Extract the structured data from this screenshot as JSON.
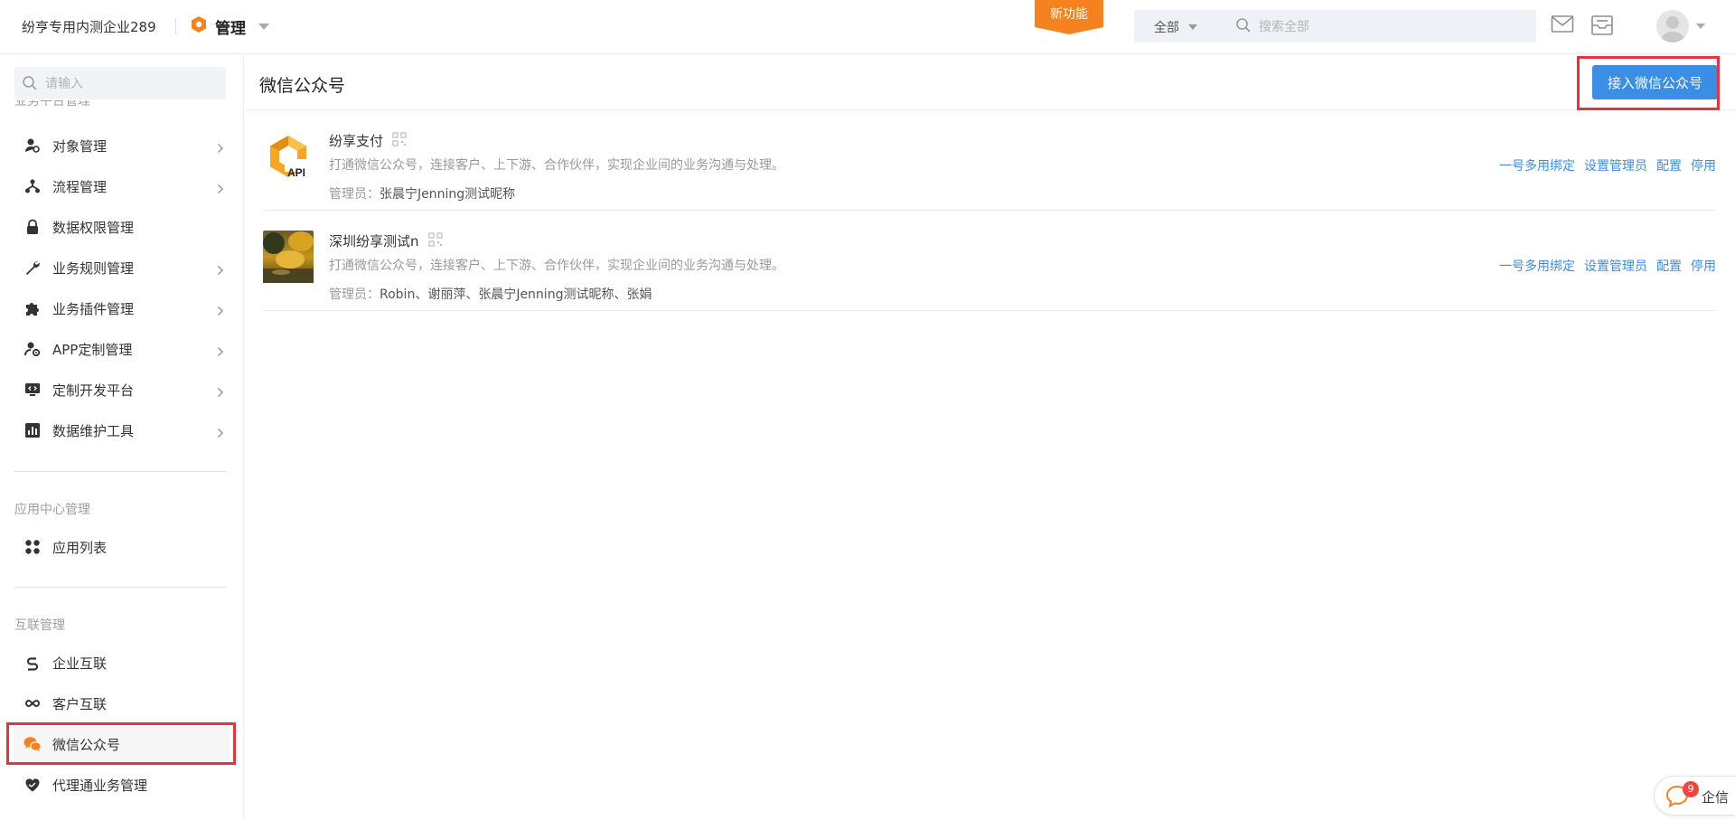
{
  "topbar": {
    "company": "纷亨专用内测企业289",
    "module_label": "管理",
    "new_feature_label": "新功能",
    "search_scope": "全部",
    "search_placeholder": "搜索全部"
  },
  "sidebar": {
    "search_placeholder": "请输入",
    "section_top_partial": "业务平台管理",
    "items_top": [
      {
        "label": "对象管理",
        "icon": "user-gear-icon"
      },
      {
        "label": "流程管理",
        "icon": "flow-icon"
      },
      {
        "label": "数据权限管理",
        "icon": "lock-icon"
      },
      {
        "label": "业务规则管理",
        "icon": "wrench-icon"
      },
      {
        "label": "业务插件管理",
        "icon": "puzzle-icon"
      },
      {
        "label": "APP定制管理",
        "icon": "app-gear-icon"
      },
      {
        "label": "定制开发平台",
        "icon": "code-monitor-icon"
      },
      {
        "label": "数据维护工具",
        "icon": "chart-box-icon"
      }
    ],
    "section_app": "应用中心管理",
    "items_app": [
      {
        "label": "应用列表",
        "icon": "grid-icon"
      }
    ],
    "section_interconnect": "互联管理",
    "items_interconnect": [
      {
        "label": "企业互联",
        "icon": "link-s-icon"
      },
      {
        "label": "客户互联",
        "icon": "infinity-icon"
      },
      {
        "label": "微信公众号",
        "icon": "wechat-icon"
      },
      {
        "label": "代理通业务管理",
        "icon": "heart-handshake-icon"
      }
    ]
  },
  "main": {
    "title": "微信公众号",
    "add_button": "接入微信公众号",
    "accounts": [
      {
        "name": "纷享支付",
        "logo_text": "API",
        "description": "打通微信公众号，连接客户、上下游、合作伙伴，实现企业间的业务沟通与处理。",
        "admin_label": "管理员：",
        "admins": "张晨宁Jenning测试昵称",
        "actions": [
          "一号多用绑定",
          "设置管理员",
          "配置",
          "停用"
        ]
      },
      {
        "name": "深圳纷享测试n",
        "logo_text": "",
        "description": "打通微信公众号，连接客户、上下游、合作伙伴，实现企业间的业务沟通与处理。",
        "admin_label": "管理员：",
        "admins": "Robin、谢丽萍、张晨宁Jenning测试昵称、张娟",
        "actions": [
          "一号多用绑定",
          "设置管理员",
          "配置",
          "停用"
        ]
      }
    ]
  },
  "chat": {
    "label": "企信",
    "badge": "9"
  },
  "colors": {
    "accent": "#3a8ee6",
    "brand_orange": "#f5821f",
    "highlight_red": "#e8323c"
  }
}
